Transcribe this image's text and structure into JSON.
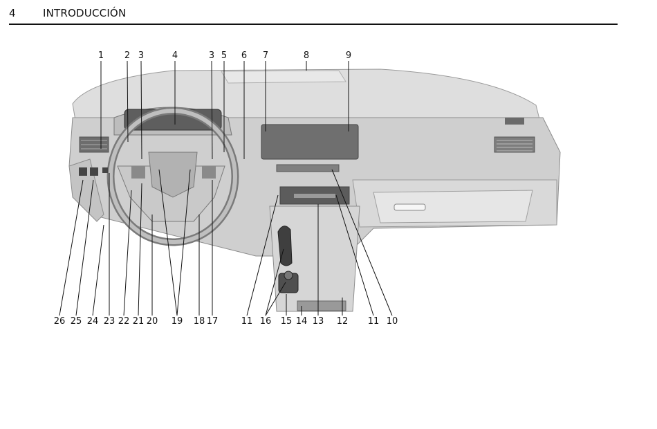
{
  "header": {
    "page_number": "4",
    "section_title": "INTRODUCCIÓN"
  },
  "figure": {
    "top_callouts": [
      "1",
      "2",
      "3",
      "4",
      "3",
      "5",
      "6",
      "7",
      "8",
      "9"
    ],
    "bottom_callouts": [
      "26",
      "25",
      "24",
      "23",
      "22",
      "21",
      "20",
      "19",
      "18",
      "17",
      "11",
      "16",
      "15",
      "14",
      "13",
      "12",
      "11",
      "10"
    ]
  }
}
